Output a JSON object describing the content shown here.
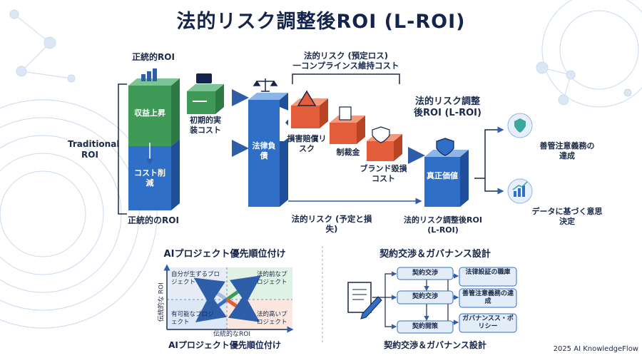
{
  "title": "法的リスク調整後ROI (L-ROI)",
  "top": {
    "traditional_roi_top": "正統的ROI",
    "traditional_roi_left": "Traditional ROI",
    "traditional_roi_bottom": "正統的のROI",
    "revenue_up": "収益上昇",
    "cost_reduction": "コスト削減",
    "initial_cost": "初期的実装コスト",
    "legal_liability": "法律負債",
    "legal_risk_bracket": "法的リスク (預定ロス)\n一コンプラインス維持コスト",
    "damage_risk": "損害賠償リスク",
    "sanction": "制裁金",
    "brand_cost": "ブランド毀損コスト",
    "lroi_heading": "法的リスク調整後ROI (L-ROI)",
    "true_value": "真正価値",
    "legal_risk_bottom": "法的リスク (予定と損失)",
    "lroi_bottom": "法的リスク調整後ROI (L-ROI)",
    "due_care": "善管注意義務の達成",
    "data_decision": "データに基づく意思決定"
  },
  "left_panel": {
    "heading": "AIプロジェクト優先順位付け",
    "footer": "AIプロジェクト優先順位付け",
    "y_axis": "伝統的な ROI",
    "x_axis": "伝統的なROI",
    "q_top_left": "自分が生ずるプロジェクト",
    "q_top_right": "法的前なプロジェクト",
    "q_bottom_left": "有可能なプロジェクト",
    "q_bottom_right": "法的高いプロジェクト"
  },
  "right_panel": {
    "heading": "契約交渉＆ガバナンス設計",
    "footer": "契約交渉＆ガバナンス設計",
    "c1": "契約交渉",
    "c2": "契約交渉",
    "c3": "契約開策",
    "r1": "法律設証の職庫",
    "r2": "善管注意義務の達成",
    "r3": "ガバナンスス・ポリシー"
  },
  "footer_brand": "2025 AI KnowledgeFlow",
  "colors": {
    "navy": "#15244a",
    "blue": "#2f6fc7",
    "green": "#3f9a58",
    "orange": "#e35d3a",
    "teal": "#3aa8a0"
  },
  "icons": [
    "wallet-icon",
    "scales-icon",
    "warning-icon",
    "receipt-icon",
    "shield-icon",
    "check-shield-icon",
    "growth-chart-icon",
    "document-pen-icon"
  ]
}
